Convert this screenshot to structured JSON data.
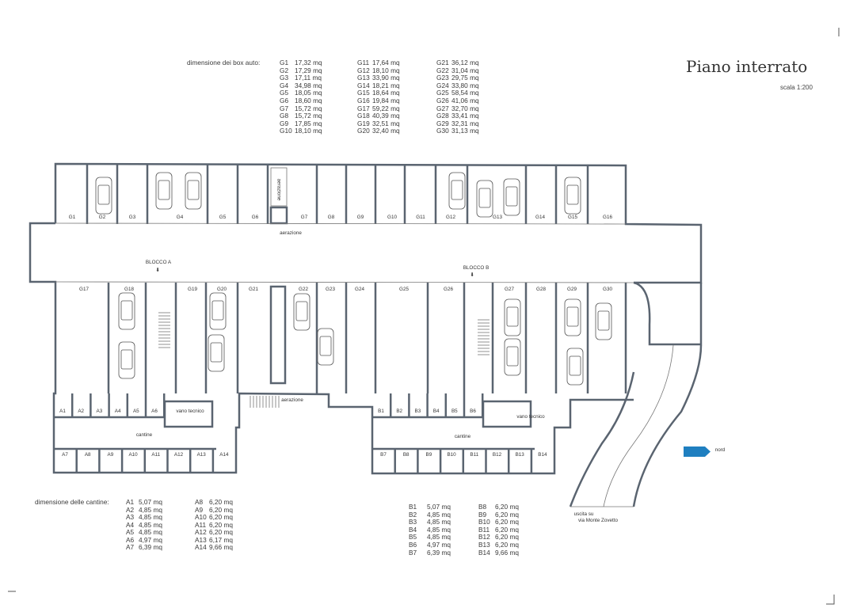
{
  "title": "Piano interrato",
  "scale": "scala 1:200",
  "box_table": {
    "label": "dimensione dei box auto:",
    "rows": [
      [
        "G1",
        "17,32 mq"
      ],
      [
        "G2",
        "17,29 mq"
      ],
      [
        "G3",
        "17,11 mq"
      ],
      [
        "G4",
        "34,98 mq"
      ],
      [
        "G5",
        "18,05 mq"
      ],
      [
        "G6",
        "18,60 mq"
      ],
      [
        "G7",
        "15,72 mq"
      ],
      [
        "G8",
        "15,72 mq"
      ],
      [
        "G9",
        "17,85 mq"
      ],
      [
        "G10",
        "18,10 mq"
      ],
      [
        "G11",
        "17,64 mq"
      ],
      [
        "G12",
        "18,10 mq"
      ],
      [
        "G13",
        "33,90 mq"
      ],
      [
        "G14",
        "18,21 mq"
      ],
      [
        "G15",
        "18,64 mq"
      ],
      [
        "G16",
        "19,84 mq"
      ],
      [
        "G17",
        "59,22 mq"
      ],
      [
        "G18",
        "40,39 mq"
      ],
      [
        "G19",
        "32,51 mq"
      ],
      [
        "G20",
        "32,40 mq"
      ],
      [
        "G21",
        "36,12 mq"
      ],
      [
        "G22",
        "31,04 mq"
      ],
      [
        "G23",
        "29,75 mq"
      ],
      [
        "G24",
        "33,80 mq"
      ],
      [
        "G25",
        "58,54 mq"
      ],
      [
        "G26",
        "41,06 mq"
      ],
      [
        "G27",
        "32,70 mq"
      ],
      [
        "G28",
        "33,41 mq"
      ],
      [
        "G29",
        "32,31 mq"
      ],
      [
        "G30",
        "31,13 mq"
      ]
    ]
  },
  "cantine_a_table": {
    "label": "dimensione delle cantine:",
    "rows": [
      [
        "A1",
        "5,07 mq"
      ],
      [
        "A2",
        "4,85 mq"
      ],
      [
        "A3",
        "4,85 mq"
      ],
      [
        "A4",
        "4,85 mq"
      ],
      [
        "A5",
        "4,85 mq"
      ],
      [
        "A6",
        "4,97 mq"
      ],
      [
        "A7",
        "6,39 mq"
      ],
      [
        "A8",
        "6,20 mq"
      ],
      [
        "A9",
        "6,20 mq"
      ],
      [
        "A10",
        "6,20 mq"
      ],
      [
        "A11",
        "6,20 mq"
      ],
      [
        "A12",
        "6,20 mq"
      ],
      [
        "A13",
        "6,17 mq"
      ],
      [
        "A14",
        "9,66 mq"
      ]
    ]
  },
  "cantine_b_table": {
    "rows": [
      [
        "B1",
        "5,07 mq"
      ],
      [
        "B2",
        "4,85 mq"
      ],
      [
        "B3",
        "4,85 mq"
      ],
      [
        "B4",
        "4,85 mq"
      ],
      [
        "B5",
        "4,85 mq"
      ],
      [
        "B6",
        "4,97 mq"
      ],
      [
        "B7",
        "6,39 mq"
      ],
      [
        "B8",
        "6,20 mq"
      ],
      [
        "B9",
        "6,20 mq"
      ],
      [
        "B10",
        "6,20 mq"
      ],
      [
        "B11",
        "6,20 mq"
      ],
      [
        "B12",
        "6,20 mq"
      ],
      [
        "B13",
        "6,20 mq"
      ],
      [
        "B14",
        "9,66 mq"
      ]
    ]
  },
  "plan": {
    "garages_top": [
      "G1",
      "G2",
      "G3",
      "G4",
      "G5",
      "G6",
      "G7",
      "G8",
      "G9",
      "G10",
      "G11",
      "G12",
      "G13",
      "G14",
      "G15",
      "G16"
    ],
    "garages_bottom": [
      "G17",
      "G18",
      "G19",
      "G20",
      "G21",
      "G22",
      "G23",
      "G24",
      "G25",
      "G26",
      "G27",
      "G28",
      "G29",
      "G30"
    ],
    "cellars_a": [
      "A1",
      "A2",
      "A3",
      "A4",
      "A5",
      "A6",
      "A7",
      "A8",
      "A9",
      "A10",
      "A11",
      "A12",
      "A13",
      "A14"
    ],
    "cellars_b": [
      "B1",
      "B2",
      "B3",
      "B4",
      "B5",
      "B6",
      "B7",
      "B8",
      "B9",
      "B10",
      "B11",
      "B12",
      "B13",
      "B14"
    ],
    "blocco_a": "BLOCCO A",
    "blocco_b": "BLOCCO B",
    "aerazione": "aerazione",
    "vano_tecnico": "vano tecnico",
    "cantine": "cantine",
    "nord": "nord",
    "uscita_1": "uscita su",
    "uscita_2": "via Monte Zovetto"
  },
  "colors": {
    "wall": "#5a6470",
    "nord_arrow": "#1f7fc0"
  }
}
